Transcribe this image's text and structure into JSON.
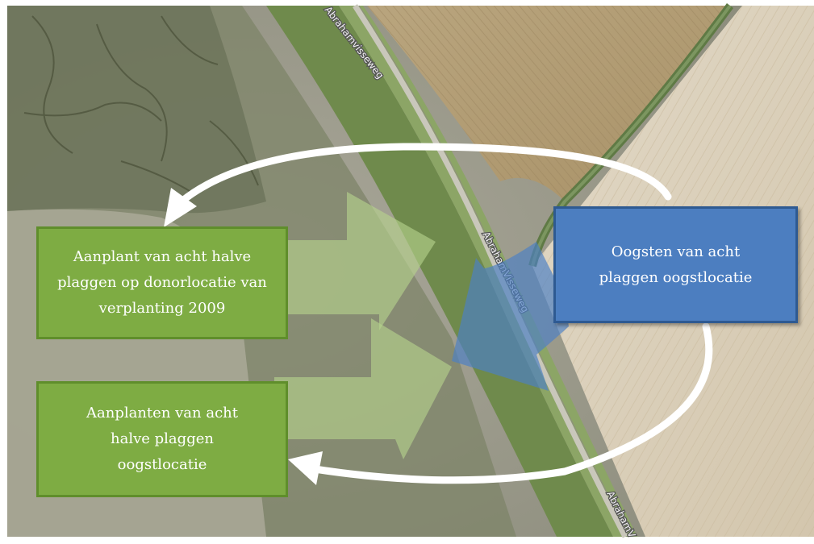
{
  "road_labels": {
    "top": "Abrahamvisseweg",
    "middle": "AbrahamVisseweg",
    "bottom": "AbrahamV"
  },
  "boxes": {
    "donor": "Aanplant van acht halve plaggen op donorlocatie van verplanting 2009",
    "harvest_planting": "Aanplanten van acht halve plaggen oogstlocatie",
    "harvest": "Oogsten van acht plaggen oogstlocatie"
  },
  "colors": {
    "green_box": "#7eac43",
    "green_border": "#5f8e2b",
    "blue_box": "#4c7ec0",
    "blue_border": "#2e5a92",
    "cycle_arrow": "#ffffff"
  }
}
